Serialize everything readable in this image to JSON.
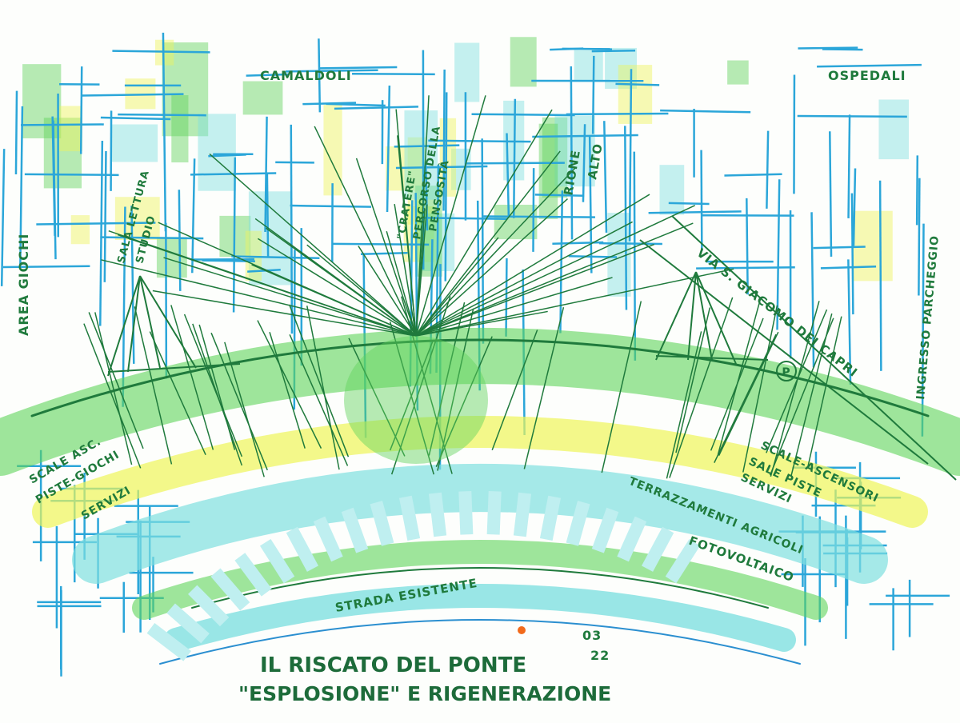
{
  "colors": {
    "paper": "#fdfefc",
    "building_lines": "#2ba6d9",
    "ink_green": "#1f7a3c",
    "marker_green": "#5fd35a",
    "marker_yellow": "#eef55a",
    "marker_cyan": "#7fe0e0",
    "accent_orange": "#f26a1b"
  },
  "labels": {
    "camaldoli": "CAMALDOLI",
    "ospedali": "OSPEDALI",
    "area_giochi": "AREA GIOCHI",
    "sala_lettura": "SALA LETTURA",
    "studio": "STUDIO",
    "cratere": "\"CRATERE\"",
    "percorso": "PERCORSO DELLA",
    "pensosita": "PENSOSITÀ",
    "rione": "RIONE",
    "alto": "ALTO",
    "via": "VIA S. GIACOMO DEI CAPRI",
    "ingresso": "INGRESSO PARCHEGGIO",
    "parking": "P",
    "scale_left_1": "SCALE ASC.",
    "scale_left_2": "PISTE-GIOCHI",
    "scale_left_3": "SERVIZI",
    "scale_right_1": "SCALE-ASCENSORI",
    "scale_right_2": "SALE PISTE",
    "scale_right_3": "SERVIZI",
    "terrazzamenti": "TERRAZZAMENTI AGRICOLI",
    "fotovoltaico": "FOTOVOLTAICO",
    "strada": "STRADA ESISTENTE",
    "date_month": "03",
    "date_year": "22"
  },
  "title": {
    "line1": "IL RISCATO DEL PONTE",
    "line2": "\"ESPLOSIONE\" E RIGENERAZIONE"
  }
}
